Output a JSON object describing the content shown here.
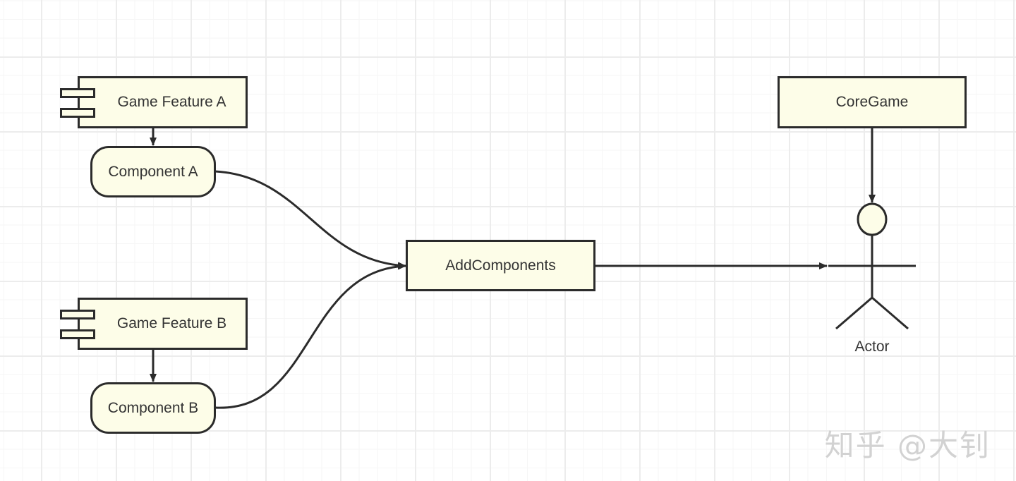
{
  "nodes": {
    "game_feature_a": "Game Feature A",
    "component_a": "Component A",
    "game_feature_b": "Game Feature B",
    "component_b": "Component B",
    "add_components": "AddComponents",
    "core_game": "CoreGame",
    "actor": "Actor"
  },
  "watermark": "知乎 @大钊",
  "colors": {
    "node_fill": "#fdfde8",
    "stroke": "#2b2b2b",
    "text": "#333333",
    "grid": "#ececec"
  }
}
